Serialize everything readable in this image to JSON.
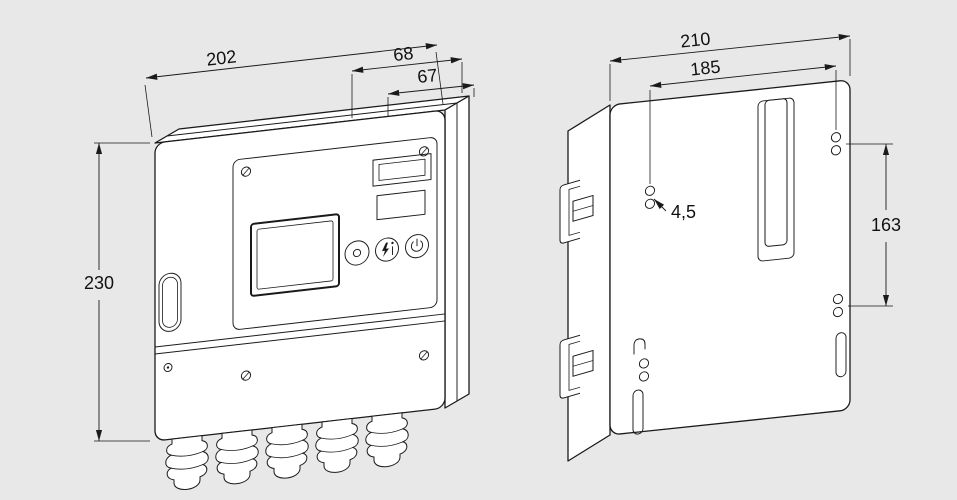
{
  "drawing": {
    "background_color": "#e8e8e8",
    "line_color": "#1a1a1a",
    "views": {
      "front_isometric": {
        "description": "front isometric view of control unit",
        "dims": {
          "width": "202",
          "depth_total": "68",
          "depth_housing": "67",
          "height": "230"
        }
      },
      "rear": {
        "description": "rear view with mounting holes",
        "dims": {
          "overall_width": "210",
          "hole_spacing_horizontal": "185",
          "hole_spacing_vertical": "163",
          "hole_diameter": "4,5"
        }
      }
    }
  }
}
